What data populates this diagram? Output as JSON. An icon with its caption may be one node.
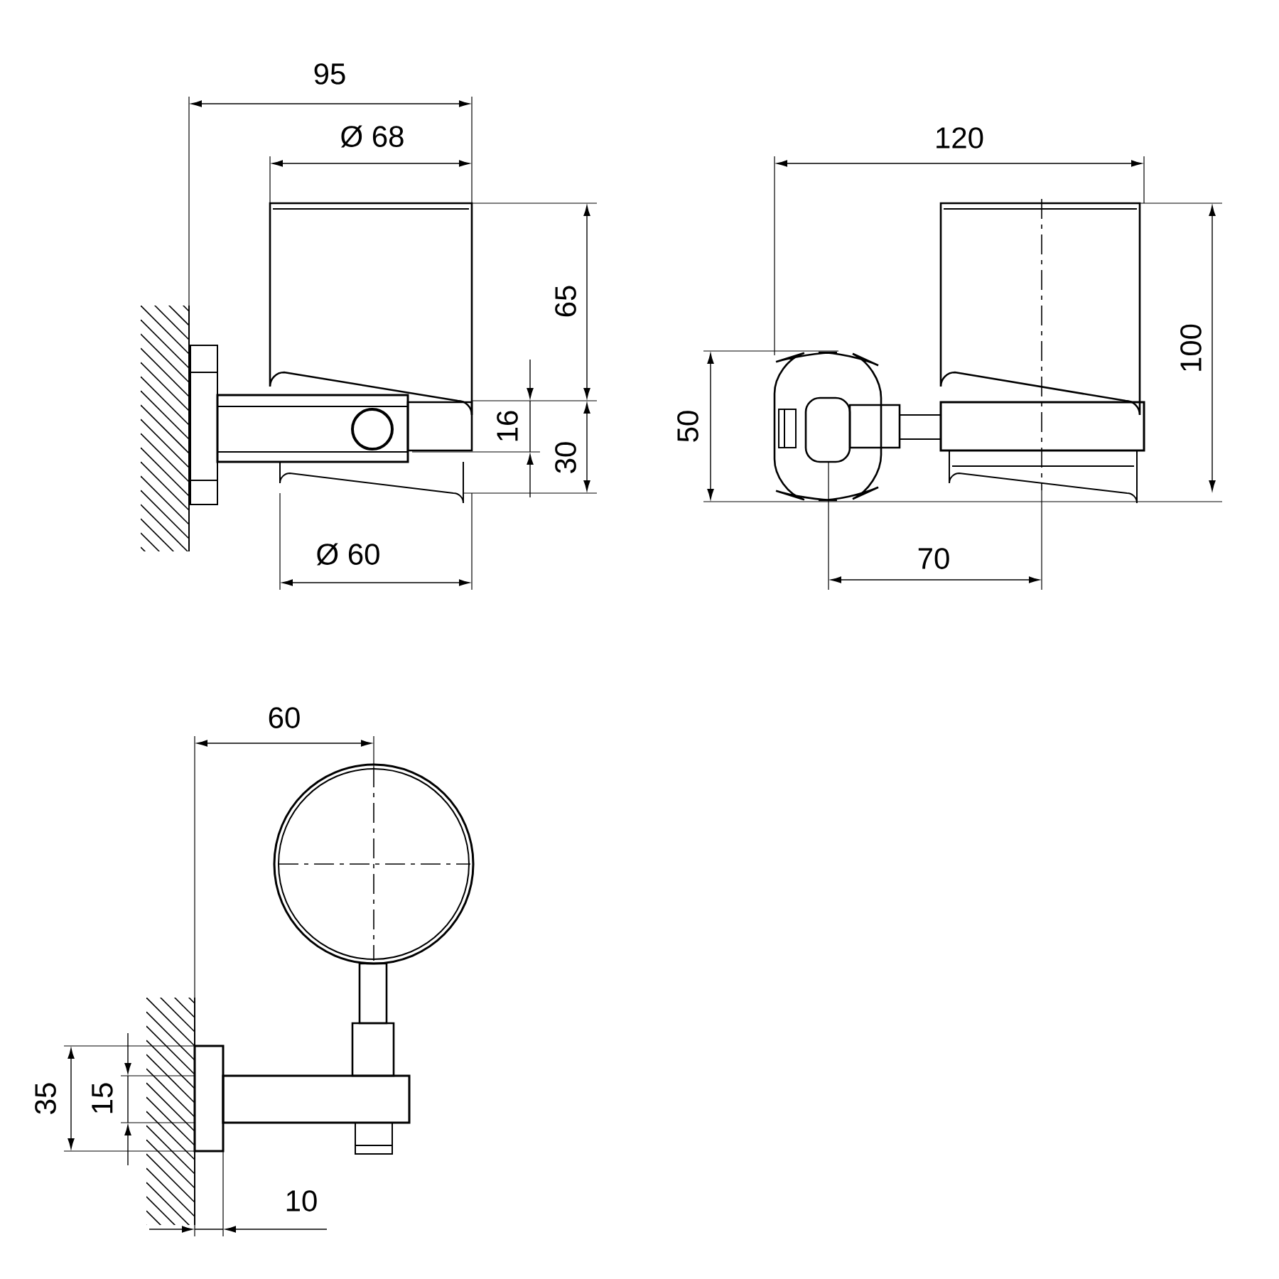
{
  "diagram": {
    "labels": [
      "95",
      "Ø 68",
      "120",
      "65",
      "100",
      "16",
      "50",
      "30",
      "Ø 60",
      "70",
      "60",
      "35",
      "15",
      "10"
    ]
  }
}
